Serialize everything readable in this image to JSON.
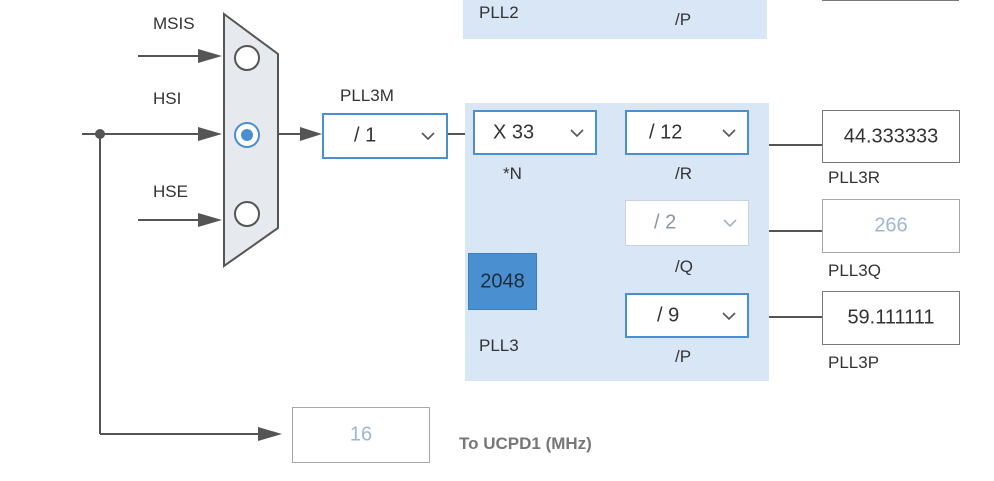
{
  "top_section": {
    "pll2_label": "PLL2",
    "p_label": "/P"
  },
  "mux": {
    "inputs": [
      {
        "label": "MSIS",
        "selected": false
      },
      {
        "label": "HSI",
        "selected": true
      },
      {
        "label": "HSE",
        "selected": false
      }
    ]
  },
  "pll3m": {
    "label": "PLL3M",
    "value": "/ 1"
  },
  "pll3": {
    "label": "PLL3",
    "n_value": "X 33",
    "n_label": "*N",
    "vco_value": "2048",
    "r_div": "/ 12",
    "r_label": "/R",
    "q_div": "/ 2",
    "q_label": "/Q",
    "p_div": "/ 9",
    "p_label": "/P"
  },
  "outputs": {
    "pll3r": {
      "value": "44.333333",
      "label": "PLL3R"
    },
    "pll3q": {
      "value": "266",
      "label": "PLL3Q"
    },
    "pll3p": {
      "value": "59.111111",
      "label": "PLL3P"
    }
  },
  "ucpd": {
    "value": "16",
    "label": "To UCPD1 (MHz)"
  },
  "colors": {
    "panel": "#d8e6f5",
    "accent": "#4a90d0",
    "badge": "#4a8fd0"
  }
}
